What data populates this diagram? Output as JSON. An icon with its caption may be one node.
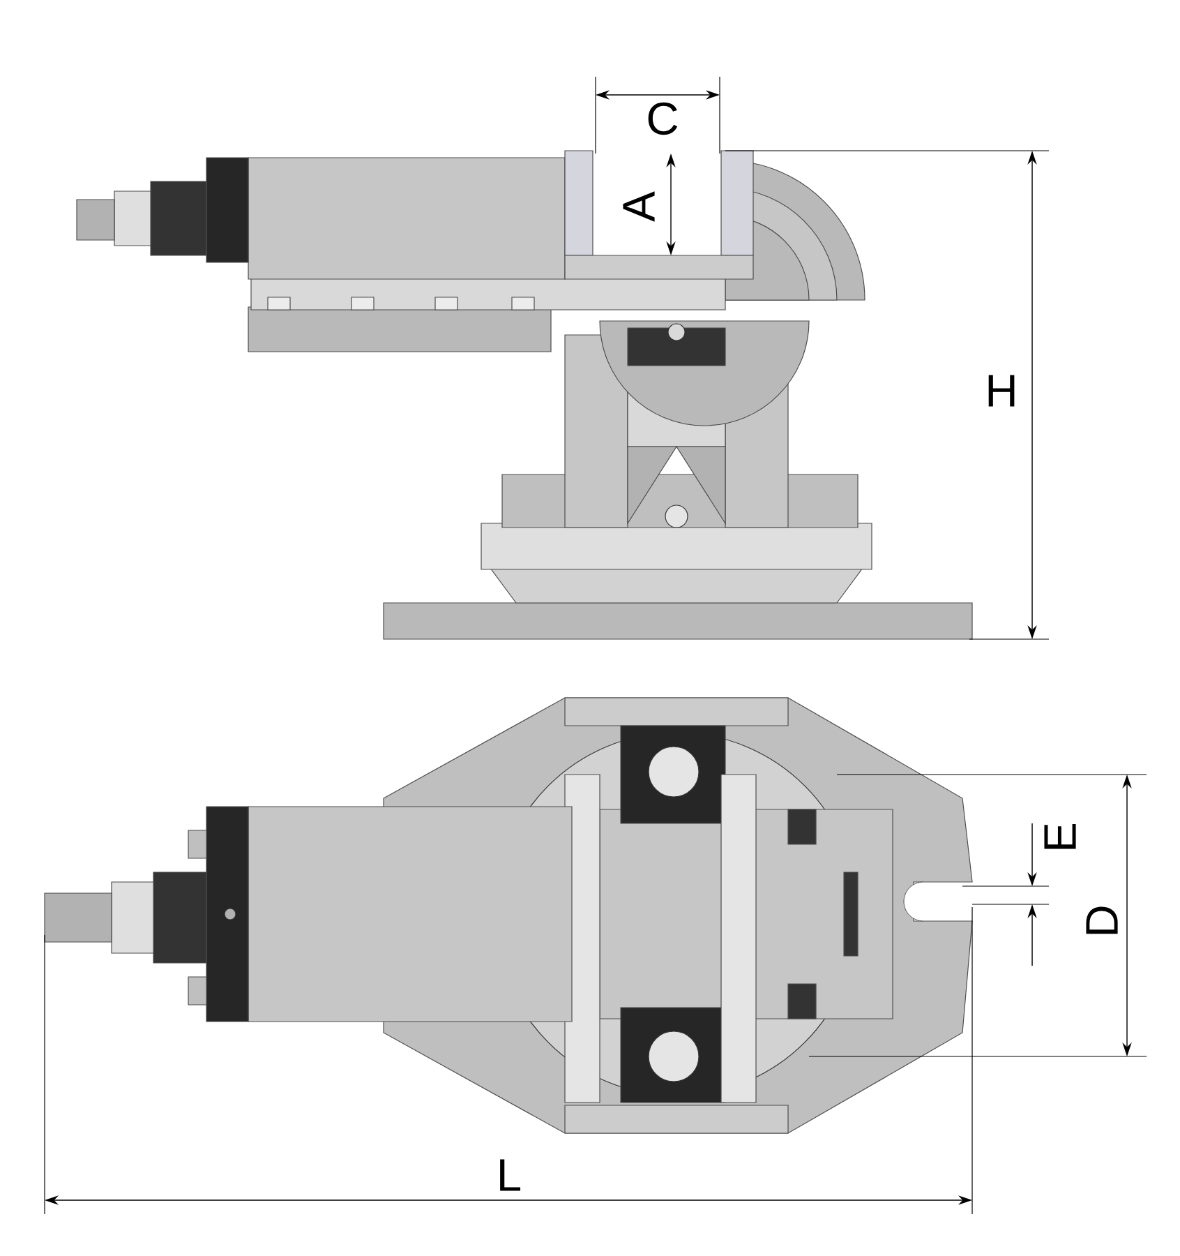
{
  "diagram": {
    "labels": [
      "C",
      "A",
      "H",
      "E",
      "D",
      "L"
    ]
  }
}
